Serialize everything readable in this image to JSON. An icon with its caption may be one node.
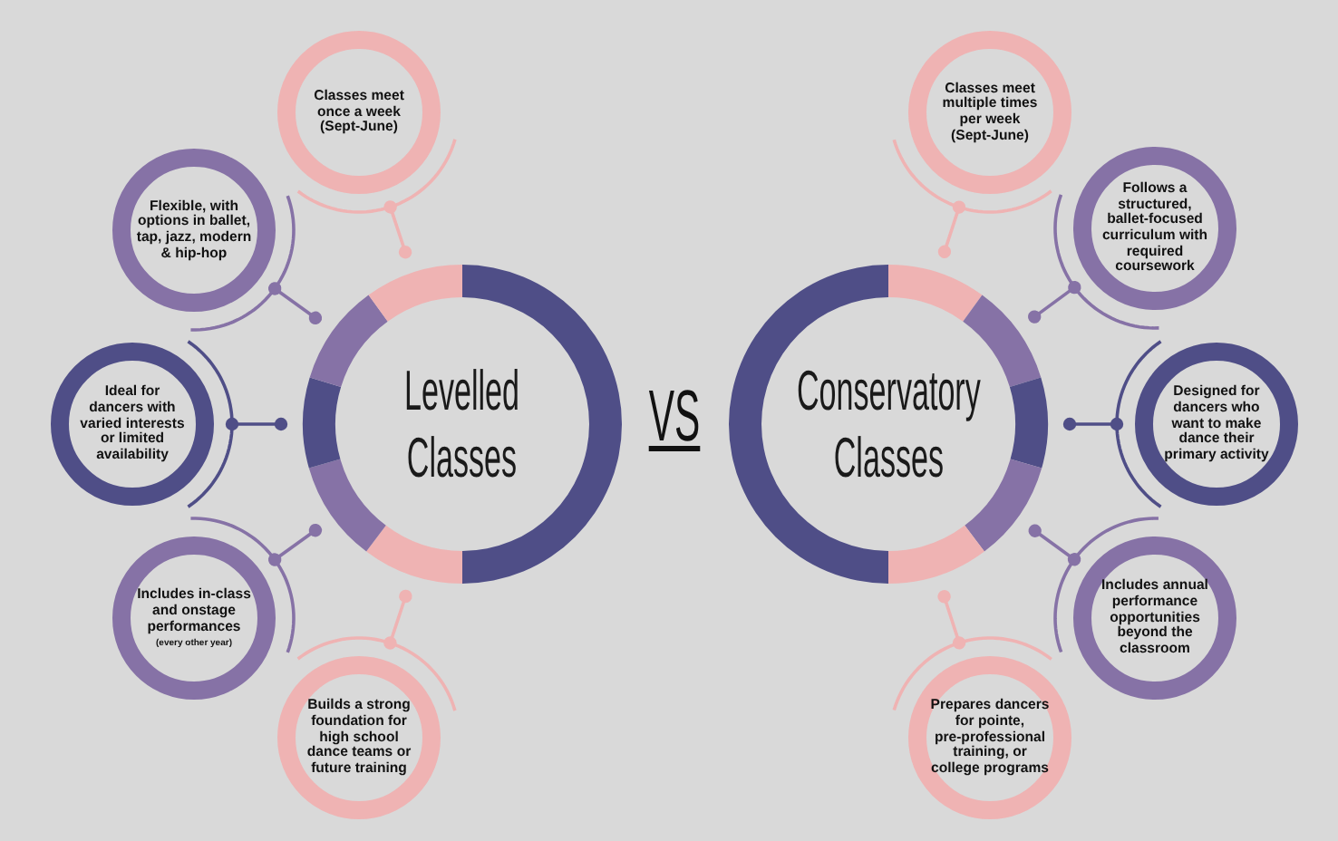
{
  "diagram": {
    "nodes": [
      {
        "text": [
          "Levelled Classes"
        ]
      },
      {
        "text": [
          "Classes meet once a week (Sept-June)"
        ]
      },
      {
        "text": [
          "Flexible, with options in ballet, tap, jazz, modern & hip-hop"
        ]
      },
      {
        "text": [
          "Ideal for dancers with varied interests or limited availability"
        ]
      },
      {
        "text": [
          "Includes in-class and onstage performances",
          "(every other year)"
        ]
      },
      {
        "text": [
          "Builds a strong foundation for high school dance teams or future training"
        ]
      },
      {
        "text": [
          "Conservatory Classes"
        ]
      },
      {
        "text": [
          "Classes meet multiple times per week (Sept-June)"
        ]
      },
      {
        "text": [
          "Follows a structured, ballet-focused curriculum with required coursework"
        ]
      },
      {
        "text": [
          "Designed for dancers who want to make dance their primary activity"
        ]
      },
      {
        "text": [
          "Includes annual performance opportunities beyond the classroom"
        ]
      },
      {
        "text": [
          "Prepares dancers for pointe, pre-professional training, or college programs"
        ]
      }
    ],
    "edges": [
      {
        "from": 0,
        "to": 1,
        "arrow": "other",
        "color": "#efb3b3"
      },
      {
        "from": 0,
        "to": 2,
        "arrow": "other",
        "color": "#8672a6"
      },
      {
        "from": 0,
        "to": 3,
        "arrow": "other",
        "color": "#4f4e87"
      },
      {
        "from": 0,
        "to": 4,
        "arrow": "other",
        "color": "#8672a6"
      },
      {
        "from": 0,
        "to": 5,
        "arrow": "other",
        "color": "#efb3b3"
      },
      {
        "from": 6,
        "to": 7,
        "arrow": "other",
        "color": "#efb3b3"
      },
      {
        "from": 6,
        "to": 8,
        "arrow": "other",
        "color": "#8672a6"
      },
      {
        "from": 6,
        "to": 9,
        "arrow": "other",
        "color": "#4f4e87"
      },
      {
        "from": 6,
        "to": 10,
        "arrow": "other",
        "color": "#8672a6"
      },
      {
        "from": 6,
        "to": 11,
        "arrow": "other",
        "color": "#efb3b3"
      }
    ],
    "labels": [
      "VS"
    ]
  }
}
